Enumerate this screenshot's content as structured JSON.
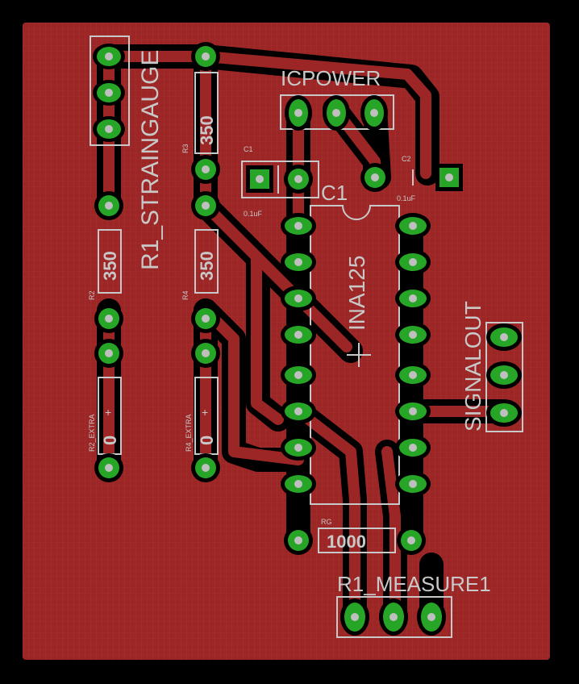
{
  "colors": {
    "background": "#000000",
    "copper": "#9c2525",
    "grid": "#b04a4a",
    "pad": "#26a526",
    "drill": "#bfbfbf",
    "silk": "#c8c8c8"
  },
  "labels": {
    "r1_straingauge": "R1_STRAINGAUGE",
    "icpower": "ICPOWER",
    "c1_name": "C1",
    "c1_value": "0.1uF",
    "c1_ic": "C1",
    "c2_name": "C2",
    "c2_value": "0.1uF",
    "ina125": "INA125",
    "signalout": "SIGNALOUT",
    "r1_measure1": "R1_MEASURE1",
    "r2_name": "R2",
    "r2_value": "350",
    "r3_name": "R3",
    "r3_value": "350",
    "r4_name": "R4",
    "r4_value": "350",
    "r2_extra_name": "R2_EXTRA",
    "r2_extra_value": "0",
    "r4_extra_name": "R4_EXTRA",
    "r4_extra_value": "0",
    "rg_name": "RG",
    "rg_value": "1000"
  },
  "components": [
    "R1_STRAINGAUGE",
    "ICPOWER",
    "C1",
    "C2",
    "INA125",
    "SIGNALOUT",
    "R1_MEASURE1",
    "R2",
    "R3",
    "R4",
    "R2_EXTRA",
    "R4_EXTRA",
    "RG"
  ]
}
